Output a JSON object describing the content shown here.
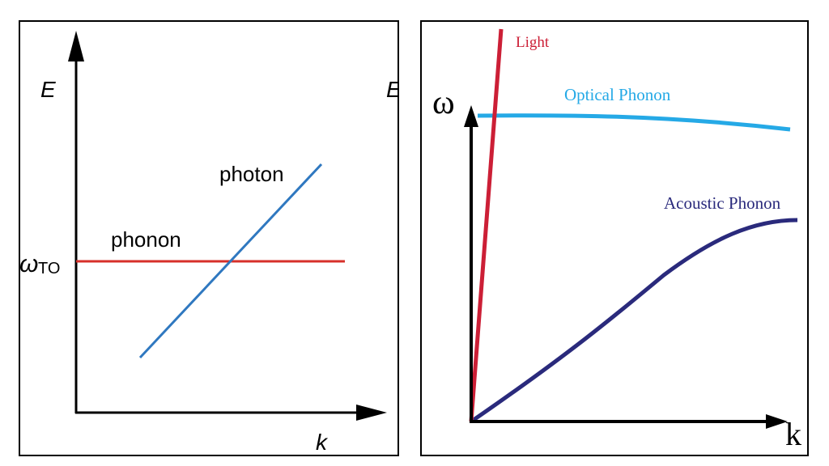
{
  "left_panel": {
    "y_axis_label": "E",
    "x_axis_label": "k",
    "phonon_label": "phonon",
    "photon_label": "photon",
    "omega_label": "ω",
    "omega_subscript": "TO",
    "clipped_letter": "E",
    "colors": {
      "phonon": "#d7302a",
      "photon": "#2f78c0",
      "axis": "#000000"
    }
  },
  "right_panel": {
    "y_axis_label": "ω",
    "x_axis_label": "k",
    "light_label": "Light",
    "optical_label": "Optical Phonon",
    "acoustic_label": "Acoustic Phonon",
    "colors": {
      "light": "#cc1f36",
      "optical": "#25a9e6",
      "acoustic": "#2a2a7c",
      "axis": "#000000"
    }
  }
}
